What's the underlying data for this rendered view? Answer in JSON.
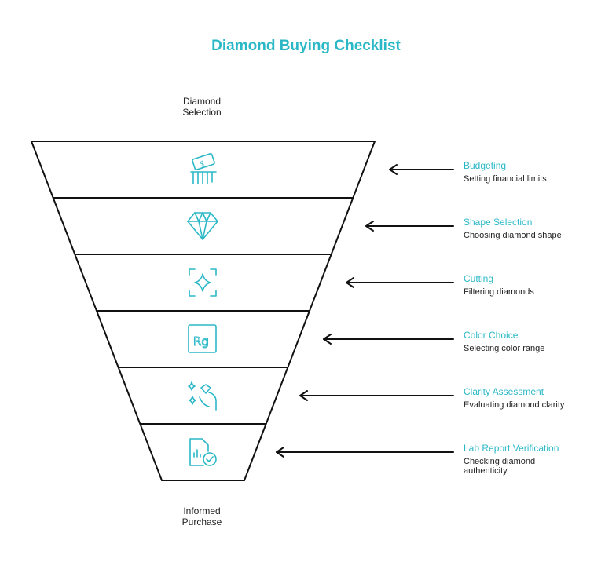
{
  "title": "Diamond Buying Checklist",
  "top_label": [
    "Diamond",
    "Selection"
  ],
  "bottom_label": [
    "Informed",
    "Purchase"
  ],
  "accent_color": "#2bb8c6",
  "steps": [
    {
      "title": "Budgeting",
      "desc": "Setting financial limits",
      "icon": "money-hand-icon"
    },
    {
      "title": "Shape Selection",
      "desc": "Choosing diamond shape",
      "icon": "diamond-icon"
    },
    {
      "title": "Cutting",
      "desc": "Filtering diamonds",
      "icon": "sparkle-frame-icon"
    },
    {
      "title": "Color Choice",
      "desc": "Selecting color range",
      "icon": "color-grade-icon"
    },
    {
      "title": "Clarity Assessment",
      "desc": "Evaluating diamond clarity",
      "icon": "hand-diamond-icon"
    },
    {
      "title": "Lab Report Verification",
      "desc": "Checking diamond authenticity",
      "icon": "report-check-icon"
    }
  ]
}
